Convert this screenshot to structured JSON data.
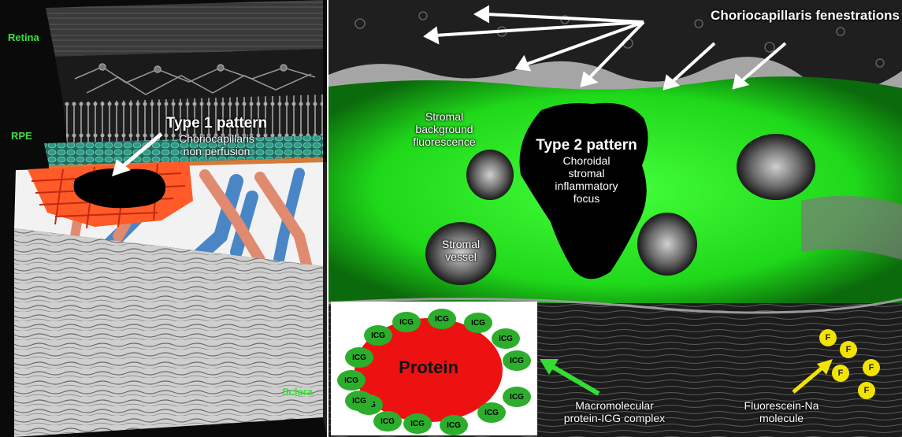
{
  "left_panel": {
    "layer_retina": "Retina",
    "layer_rpe": "RPE",
    "layer_sclera": "Sclera",
    "pattern1_title": "Type 1 pattern",
    "pattern1_line1": "Choriocapillaris",
    "pattern1_line2": "non perfusion"
  },
  "right_panel": {
    "fenestrations_label": "Choriocapillaris fenestrations",
    "background_line1": "Stromal",
    "background_line2": "background",
    "background_line3": "fluorescence",
    "pattern2_title": "Type 2 pattern",
    "pattern2_line1": "Choroidal",
    "pattern2_line2": "stromal",
    "pattern2_line3": "inflammatory",
    "pattern2_line4": "focus",
    "vessel_line1": "Stromal",
    "vessel_line2": "vessel",
    "complex_line1": "Macromolecular",
    "complex_line2": "protein-ICG complex",
    "fluorescein_line1": "Fluorescein-Na",
    "fluorescein_line2": "molecule"
  },
  "inset": {
    "protein_label": "Protein",
    "icg_labels": [
      "ICG",
      "ICG",
      "ICG",
      "ICG",
      "ICG",
      "ICG",
      "ICG",
      "ICG",
      "ICG",
      "ICG",
      "ICG",
      "ICG",
      "ICG",
      "ICG",
      "ICG"
    ]
  },
  "fluorescein_labels": [
    "F",
    "F",
    "F",
    "F",
    "F"
  ],
  "colors": {
    "fluorescence_green": "#22e01e",
    "protein_red": "#ee1111",
    "icg_green": "#2cae2c",
    "fluorescein_yellow": "#f2e400",
    "arrow_white": "#ffffff",
    "arrow_green": "#33dd33",
    "arrow_yellow": "#f2e400",
    "layer_label_green": "#3fe03f"
  }
}
